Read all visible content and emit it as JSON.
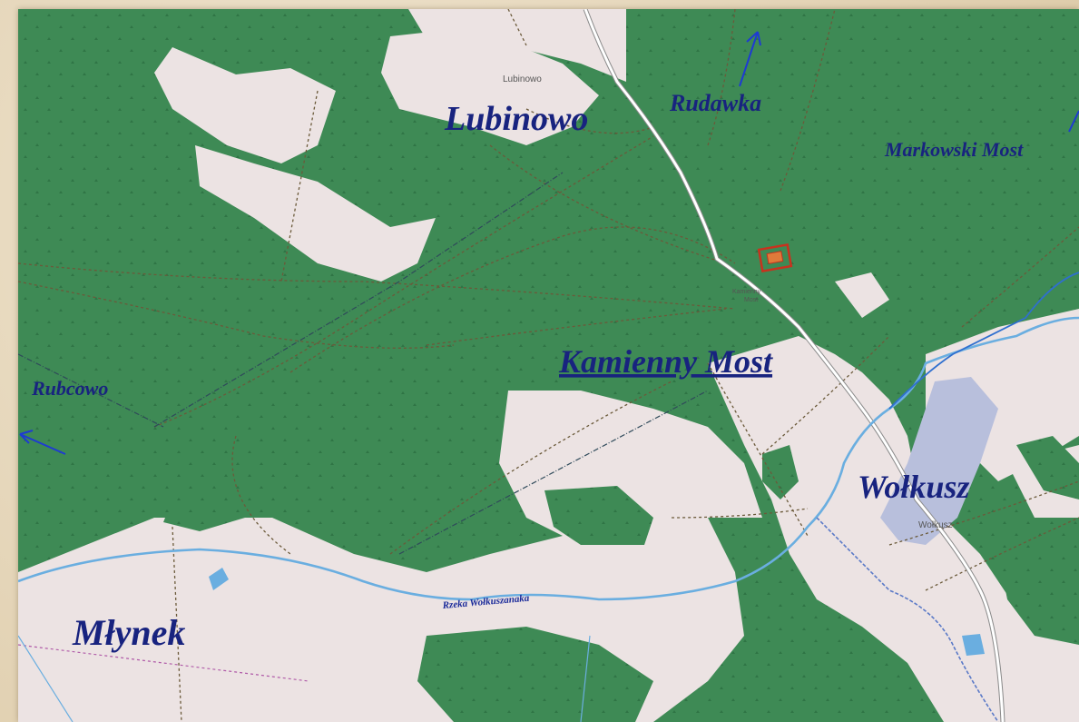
{
  "map": {
    "labels": {
      "lubinowo_small": "Lubinowo",
      "lubinowo": "Lubinowo",
      "rudawka": "Rudawka",
      "markowski_most": "Markowski Most",
      "kamienny_most_small_1": "Kamienny",
      "kamienny_most_small_2": "Most",
      "kamienny_most": "Kamienny Most",
      "rubcowo": "Rubcowo",
      "wolkusz": "Wołkusz",
      "wolkusz_small": "Wołkusz",
      "mlynek": "Młynek",
      "river": "Rzeka Wołkuszanaka"
    },
    "colors": {
      "forest": "#3e8a55",
      "open_land": "#ece3e3",
      "label": "#18237f",
      "river": "#6aaee0",
      "stream": "#2f6fcf",
      "lake": "#b8bfdc",
      "road": "#ffffff",
      "marker": "#c8321e"
    },
    "icons": {
      "north_arrow": "arrow-up-right-icon",
      "west_arrow": "arrow-left-icon",
      "marker": "ruin-marker-icon"
    }
  }
}
